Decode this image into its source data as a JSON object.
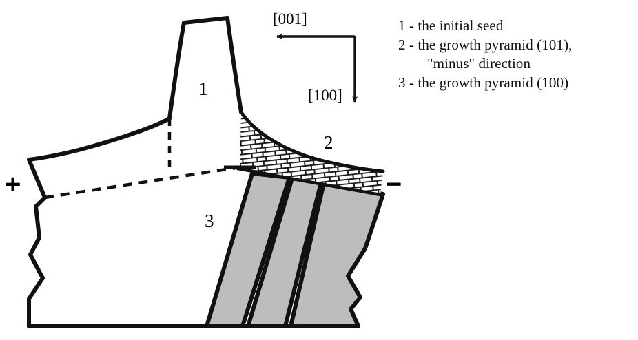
{
  "figure": {
    "title": "Crystal growth sectors cross-section",
    "background_color": "#ffffff",
    "stroke_color": "#111111",
    "gray_fill": "#bdbdbd",
    "brick_fill": "#ffffff",
    "brick_mortar": "#1a1a1a"
  },
  "axes": {
    "horizontal_label": "[001]",
    "vertical_label": "[100]"
  },
  "polarity": {
    "positive": "+",
    "negative": "−"
  },
  "region_labels": [
    {
      "id": "1",
      "text": "1"
    },
    {
      "id": "2",
      "text": "2"
    },
    {
      "id": "3",
      "text": "3"
    }
  ],
  "legend": {
    "lines": [
      {
        "text": "1 - the initial seed",
        "indent": false
      },
      {
        "text": "2 - the growth pyramid (101),",
        "indent": false
      },
      {
        "text": "\"minus\" direction",
        "indent": true
      },
      {
        "text": "3 - the growth pyramid (100)",
        "indent": false
      }
    ]
  }
}
